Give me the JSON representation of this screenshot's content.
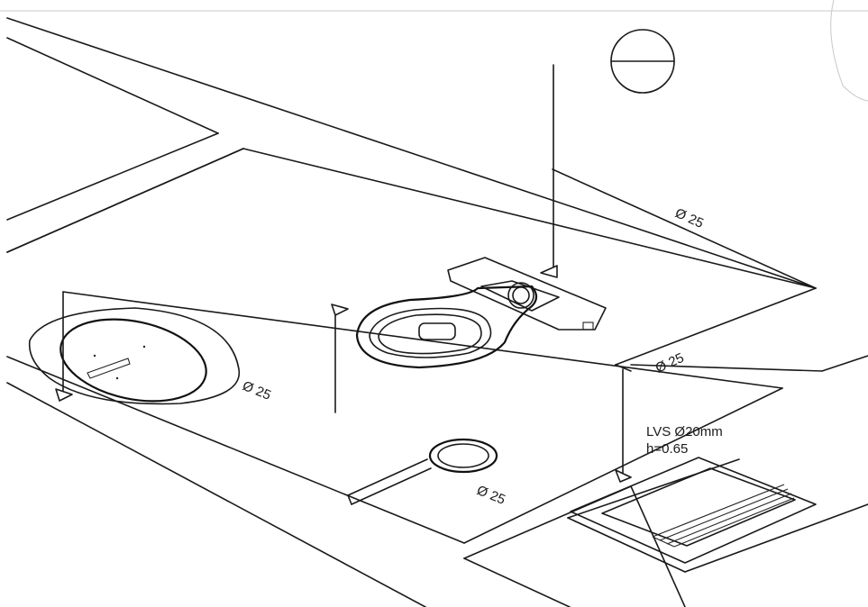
{
  "labels": {
    "dim_top_right": "Ø 25",
    "dim_middle_right": "Ø 25",
    "dim_left_oval": "Ø 25",
    "dim_bottom_center": "Ø 25",
    "drain_line1": "LVS Ø20mm",
    "drain_line2": "h=0.65"
  },
  "colors": {
    "line": "#1a1a1a",
    "background": "#ffffff",
    "stamp": "#bdbdbd"
  }
}
